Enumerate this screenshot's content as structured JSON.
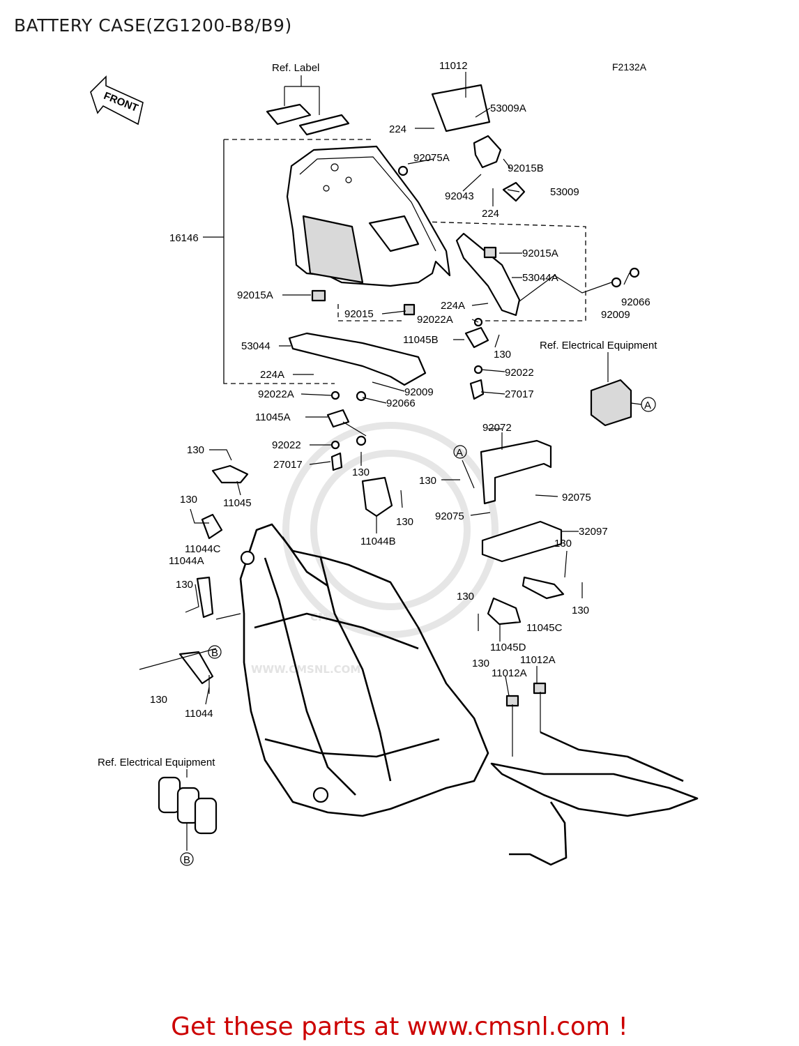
{
  "title": "BATTERY CASE(ZG1200-B8/B9)",
  "diagram_code": "F2132A",
  "footer": "Get these parts at www.cmsnl.com !",
  "front_label": "FRONT",
  "watermark": {
    "brand": "CMS",
    "url": "WWW.CMSNL.COM"
  },
  "refs": {
    "label": "Ref. Label",
    "electrical_top": "Ref. Electrical Equipment",
    "electrical_bottom": "Ref. Electrical Equipment"
  },
  "callouts": {
    "A": "A",
    "B": "B"
  },
  "parts": [
    "11012",
    "53009A",
    "224",
    "92075A",
    "92015B",
    "92043",
    "53009",
    "224",
    "16146",
    "92015A",
    "53044A",
    "92066",
    "92009",
    "92015A",
    "92015",
    "224A",
    "92022A",
    "11045B",
    "130",
    "53044",
    "224A",
    "92022",
    "92009",
    "92022A",
    "92066",
    "27017",
    "11045A",
    "92072",
    "92022",
    "130",
    "27017",
    "130",
    "11045",
    "130",
    "92075",
    "130",
    "92075",
    "130",
    "11044C",
    "11044B",
    "32097",
    "11044A",
    "130",
    "130",
    "130",
    "130",
    "11045C",
    "11045D",
    "130",
    "11012A",
    "11012A",
    "130",
    "11044"
  ]
}
